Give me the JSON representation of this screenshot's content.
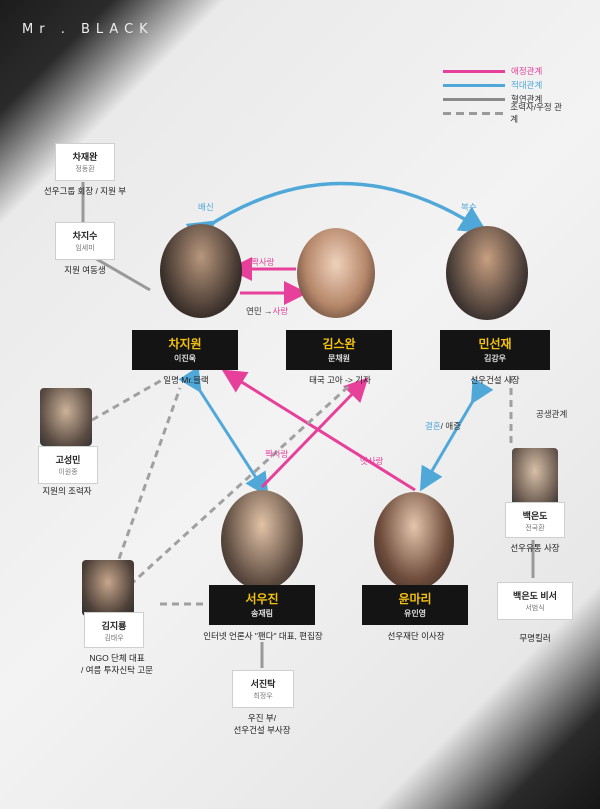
{
  "title": "Mr . BLACK",
  "legend": [
    {
      "label": "애정관계",
      "color": "#e6409a",
      "style": "solid"
    },
    {
      "label": "적대관계",
      "color": "#4fa8d8",
      "style": "solid"
    },
    {
      "label": "혈연관계",
      "color": "#8a8a8a",
      "style": "solid"
    },
    {
      "label": "조력자/우정 관계",
      "color": "#9a9a9a",
      "style": "dashed"
    }
  ],
  "main_characters": [
    {
      "id": "cha",
      "name": "차지원",
      "actor": "이진욱",
      "role": "일명 Mr.블랙"
    },
    {
      "id": "kim",
      "name": "김스완",
      "actor": "문채원",
      "role": "태국 고아 -> 기자"
    },
    {
      "id": "min",
      "name": "민선재",
      "actor": "김강우",
      "role": "선우건설 사장"
    },
    {
      "id": "seo",
      "name": "서우진",
      "actor": "송재림",
      "role": "인터넷 언론사 \"팬다\" 대표, 편집장"
    },
    {
      "id": "yoon",
      "name": "윤마리",
      "actor": "유인영",
      "role": "선우재단 이사장"
    }
  ],
  "side_characters": [
    {
      "id": "chajaewan",
      "name": "차재완",
      "actor": "정동환",
      "role": "선우그룹 회장 / 지원 부"
    },
    {
      "id": "chajisu",
      "name": "차지수",
      "actor": "임세미",
      "role": "지원 여동생"
    },
    {
      "id": "goseongmin",
      "name": "고성민",
      "actor": "이원종",
      "role": "지원의 조력자"
    },
    {
      "id": "gimjiryong",
      "name": "김지룡",
      "actor": "김태우",
      "role": "NGO 단체 대표\n/ 여름 투자신탁 고문"
    },
    {
      "id": "baekeundo",
      "name": "백은도",
      "actor": "전국환",
      "role": "선우유통 사장"
    },
    {
      "id": "baeksecretary",
      "name": "백은도 비서",
      "actor": "서범식",
      "role": "무명킬러"
    },
    {
      "id": "seojintak",
      "name": "서진탁",
      "actor": "최정우",
      "role": "우진 부/\n선우건설 부사장"
    }
  ],
  "relation_labels": {
    "betrayal": "배신",
    "revenge": "복수",
    "crush": "짝사랑",
    "love_pre": "연민 →",
    "love": "사랑",
    "crush2": "짝사랑",
    "exlove": "옛사랑",
    "marriage": "결혼",
    "divorce": "애증",
    "symbiosis": "공생관계"
  },
  "colors": {
    "love": "#e6409a",
    "hostile": "#4fa8d8",
    "blood": "#8a8a8a",
    "friend": "#a0a0a0",
    "accent": "#f4c20d"
  }
}
